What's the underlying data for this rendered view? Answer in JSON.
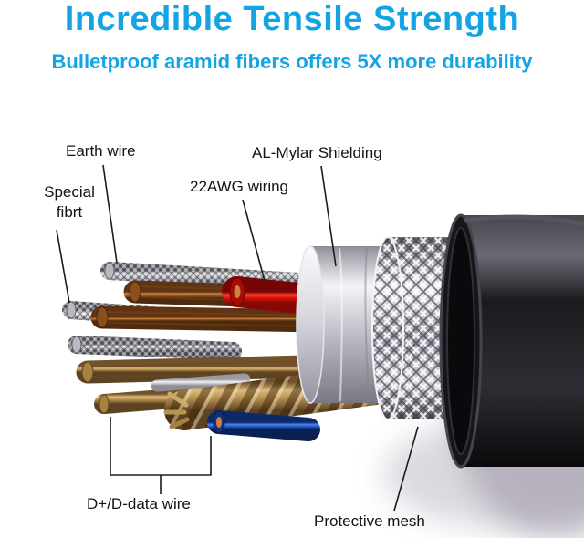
{
  "header": {
    "title": "Incredible Tensile Strength",
    "subtitle": "Bulletproof aramid fibers offers 5X more durability"
  },
  "labels": {
    "earth_wire": "Earth wire",
    "special_fiber_line1": "Special",
    "special_fiber_line2": "fibrt",
    "awg_wiring": "22AWG wiring",
    "al_mylar_shielding": "AL-Mylar Shielding",
    "data_wire": "D+/D-data wire",
    "protective_mesh": "Protective mesh"
  },
  "colors": {
    "accent_blue": "#14a4e4",
    "wire_red": "#e01208",
    "wire_blue": "#2a5fd0",
    "wire_copper": "#b06a2e",
    "jacket_black": "#18181c",
    "mesh_silver": "#c9c9d1"
  }
}
